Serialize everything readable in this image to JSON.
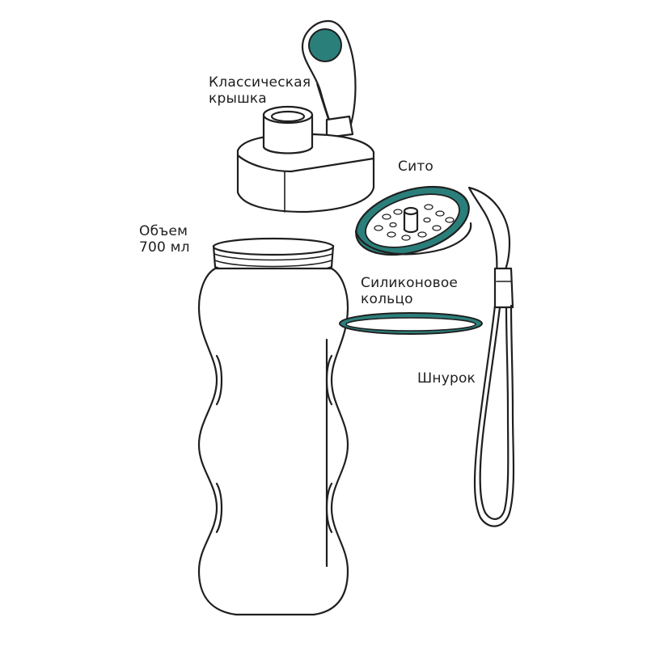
{
  "colors": {
    "accent": "#2b7f7b",
    "outline": "#1f1f1f",
    "background": "#ffffff"
  },
  "labels": {
    "lid": {
      "line1": "Классическая",
      "line2": "крышка"
    },
    "strainer": "Сито",
    "volume": {
      "line1": "Объем",
      "line2": "700 мл"
    },
    "ring": {
      "line1": "Силиконовое",
      "line2": "кольцо"
    },
    "strap": "Шнурок"
  }
}
